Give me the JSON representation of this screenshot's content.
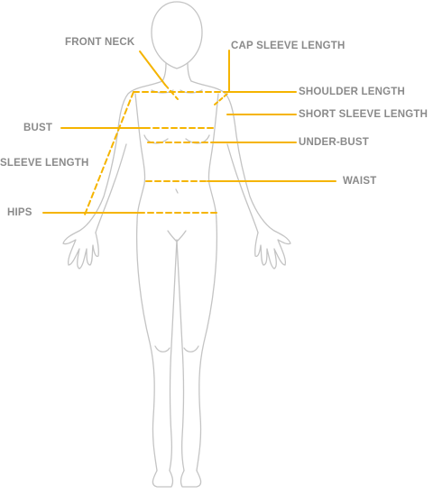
{
  "colors": {
    "accent": "#F5B400",
    "label_text": "#8A8A8A",
    "outline": "#C4C4C4",
    "background": "#FFFFFF"
  },
  "labels": {
    "front_neck": "FRONT NECK",
    "cap_sleeve_length": "CAP SLEEVE LENGTH",
    "shoulder_length": "SHOULDER LENGTH",
    "short_sleeve_length": "SHORT SLEEVE LENGTH",
    "bust": "BUST",
    "under_bust": "UNDER-BUST",
    "sleeve_length": "SLEEVE LENGTH",
    "waist": "WAIST",
    "hips": "HIPS"
  }
}
